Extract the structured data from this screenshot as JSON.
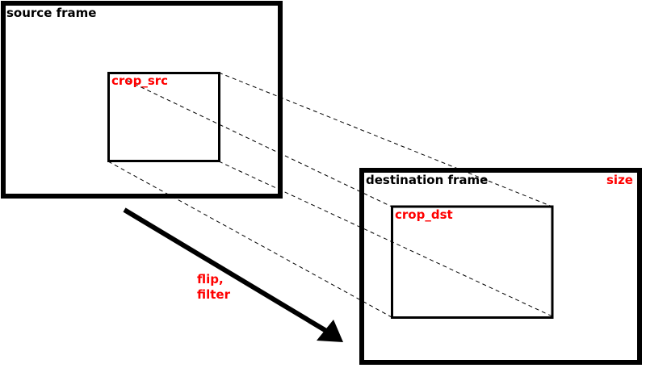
{
  "labels": {
    "source_frame": "source frame",
    "crop_src": "crop_src",
    "destination_frame": "destination frame",
    "size": "size",
    "crop_dst": "crop_dst",
    "operation_line1": "flip,",
    "operation_line2": "filter"
  },
  "colors": {
    "frame_stroke": "#000000",
    "annotation": "#ff0000",
    "background": "#ffffff"
  }
}
